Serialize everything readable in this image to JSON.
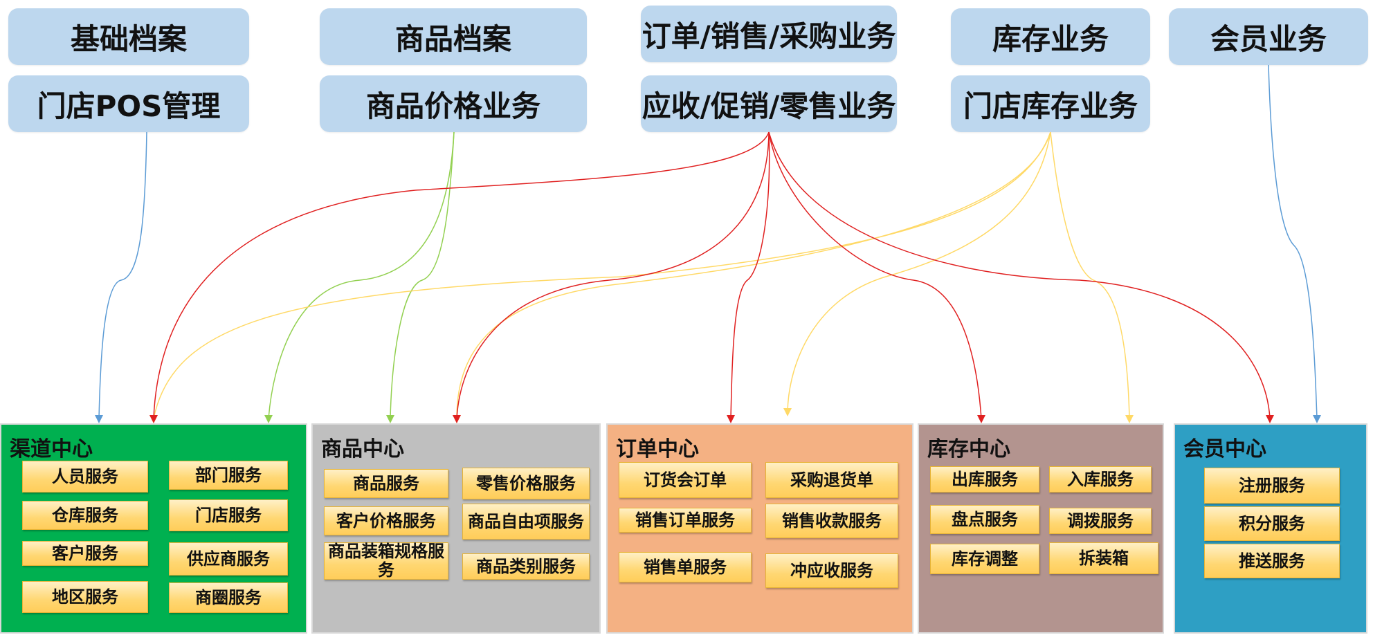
{
  "top_boxes": {
    "basic_archive": "基础档案",
    "store_pos": "门店POS管理",
    "goods_archive": "商品档案",
    "goods_price": "商品价格业务",
    "order_sales_purchase": "订单/销售/采购业务",
    "receivable_promo_retail": "应收/促销/零售业务",
    "inventory_business": "库存业务",
    "store_inventory": "门店库存业务",
    "member_business": "会员业务"
  },
  "centers": {
    "channel": {
      "title": "渠道中心",
      "color": "#00b050",
      "services": [
        "人员服务",
        "部门服务",
        "仓库服务",
        "门店服务",
        "客户服务",
        "供应商服务",
        "地区服务",
        "商圈服务"
      ]
    },
    "goods": {
      "title": "商品中心",
      "color": "#bfbfbf",
      "services": [
        "商品服务",
        "零售价格服务",
        "客户价格服务",
        "商品自由项服务",
        "商品装箱规格服务",
        "商品类别服务"
      ]
    },
    "order": {
      "title": "订单中心",
      "color": "#f4b183",
      "services": [
        "订货会订单",
        "采购退货单",
        "销售订单服务",
        "销售收款服务",
        "销售单服务",
        "冲应收服务"
      ]
    },
    "inventory": {
      "title": "库存中心",
      "color": "#b3948f",
      "services": [
        "出库服务",
        "入库服务",
        "盘点服务",
        "调拨服务",
        "库存调整",
        "拆装箱"
      ]
    },
    "member": {
      "title": "会员中心",
      "color": "#2e9fc4",
      "services": [
        "注册服务",
        "积分服务",
        "推送服务"
      ]
    }
  },
  "connector_colors": {
    "store_pos": "#5b9bd5",
    "goods_price": "#92d050",
    "receivable_promo_retail": "#e02020",
    "store_inventory": "#ffd966",
    "member_business": "#5b9bd5"
  }
}
